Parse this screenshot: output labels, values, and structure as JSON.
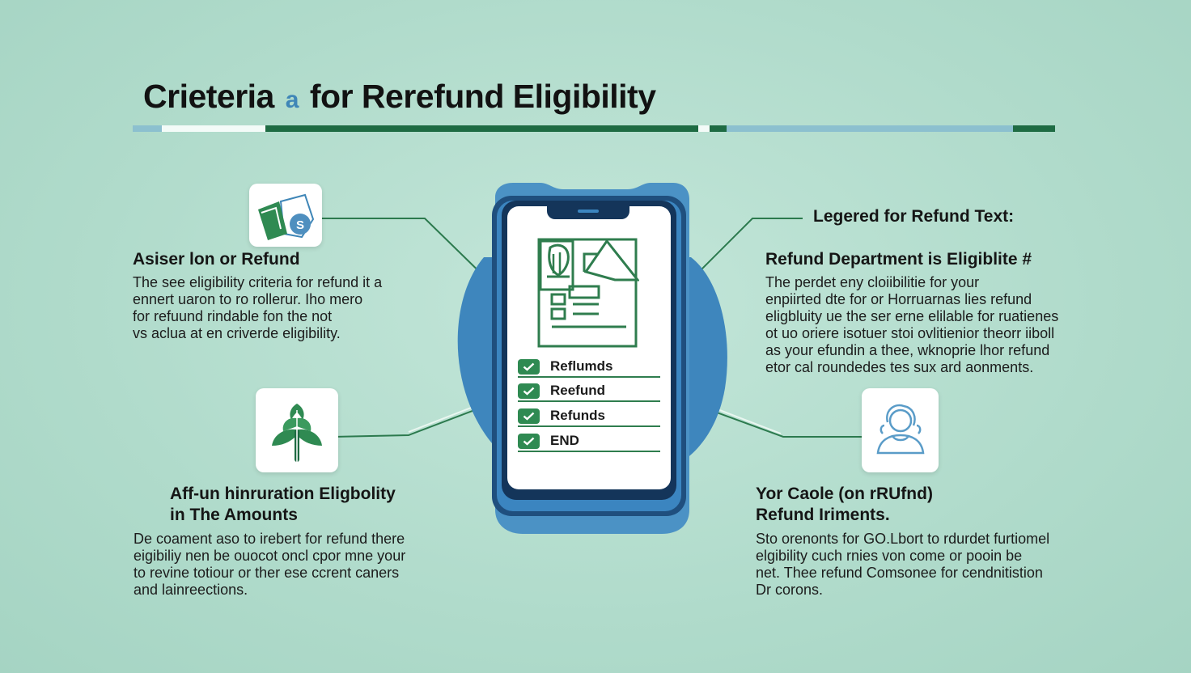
{
  "title": {
    "text": "Crieteria",
    "mark": "a",
    "rest": "for Rerefund Eligibility"
  },
  "colors": {
    "background": "#b0dbcb",
    "dark_green": "#1e6b43",
    "mid_green": "#2f8a52",
    "blue": "#3f86b7",
    "light_blue": "#8cc0cf"
  },
  "sections": {
    "top_left": {
      "icon": "document-clip-icon",
      "heading": "Asiser lon or  Refund",
      "lines": [
        "The see eligibility criteria for refund it a",
        "ennert uaron to ro rollerur. Iho mero",
        "for refuund rindable fon the not",
        "vs aclua at en  criverde eligibility."
      ]
    },
    "bottom_left": {
      "icon": "plant-leaf-icon",
      "heading_lines": [
        "Aff-un hinruration Eligbolity",
        "in The Amounts"
      ],
      "lines": [
        "De coament aso to irebert for refund there",
        "eigibiliy nen be ouocot oncl cpor mne your",
        "to revine totiour or ther ese ccrent caners",
        "and lainreections."
      ]
    },
    "top_right": {
      "label": "Legered for Refund Text:",
      "heading": "Refund Department is Eligiblite #",
      "lines": [
        "The perdet eny cloiibilitie for your",
        "enpiirted dte for or Horruarnas lies refund",
        "eligbluity ue the ser erne elilable for ruatienes",
        "ot uo oriere isotuer stoi ovlitienior theorr iiboll",
        "as your efundin a thee, wknoprie lhor refund",
        "etor cal roundedes tes sux ard aonments."
      ]
    },
    "bottom_right": {
      "icon": "user-profile-icon",
      "heading_lines": [
        "Yor Caole  (on rRUfnd)",
        "Refund Iriments."
      ],
      "lines": [
        "Sto orenonts for GO.Lbort to rdurdet furtiomel",
        "elgibility cuch rnies von come or pooin be",
        "net. Thee refund Comsonee for cendnitistion",
        "Dr corons."
      ]
    }
  },
  "phone": {
    "checklist": [
      "Reflumds",
      "Reefund",
      "Refunds",
      "END"
    ]
  }
}
